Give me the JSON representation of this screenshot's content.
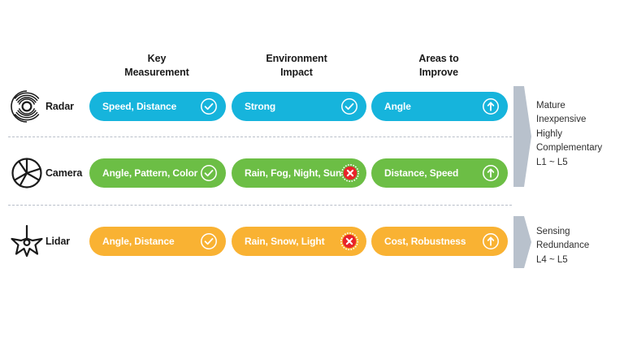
{
  "headers": [
    {
      "line1": "Key",
      "line2": "Measurement"
    },
    {
      "line1": "Environment",
      "line2": "Impact"
    },
    {
      "line1": "Areas to",
      "line2": "Improve"
    }
  ],
  "rows": [
    {
      "sensor": "Radar",
      "icon": "radar-icon",
      "color": "#16b4dc",
      "cells": [
        {
          "text": "Speed, Distance",
          "badge": "check-icon"
        },
        {
          "text": "Strong",
          "badge": "check-icon"
        },
        {
          "text": "Angle",
          "badge": "arrow-up-icon"
        }
      ]
    },
    {
      "sensor": "Camera",
      "icon": "aperture-icon",
      "color": "#6cbe45",
      "cells": [
        {
          "text": "Angle, Pattern, Color",
          "badge": "check-icon"
        },
        {
          "text": "Rain, Fog, Night, Sun",
          "badge": "cross-icon"
        },
        {
          "text": "Distance, Speed",
          "badge": "arrow-up-icon"
        }
      ]
    },
    {
      "sensor": "Lidar",
      "icon": "lidar-icon",
      "color": "#f9b233",
      "cells": [
        {
          "text": "Angle, Distance",
          "badge": "check-icon"
        },
        {
          "text": "Rain, Snow, Light",
          "badge": "cross-icon"
        },
        {
          "text": "Cost, Robustness",
          "badge": "arrow-up-icon"
        }
      ]
    }
  ],
  "notes": [
    {
      "icon": "chevron-right-shape",
      "lines": [
        "Mature",
        "Inexpensive",
        "Highly Complementary",
        "L1 ~ L5"
      ]
    },
    {
      "icon": "chevron-right-shape",
      "lines": [
        "Sensing Redundance",
        "L4 ~ L5"
      ]
    }
  ],
  "colors": {
    "radar": "#16b4dc",
    "camera": "#6cbe45",
    "lidar": "#f9b233",
    "cross_badge": "#e8232a",
    "chevron": "#b8c1cc",
    "divider": "#b9bfc9",
    "text_dark": "#1a1a1a",
    "background": "#ffffff"
  }
}
